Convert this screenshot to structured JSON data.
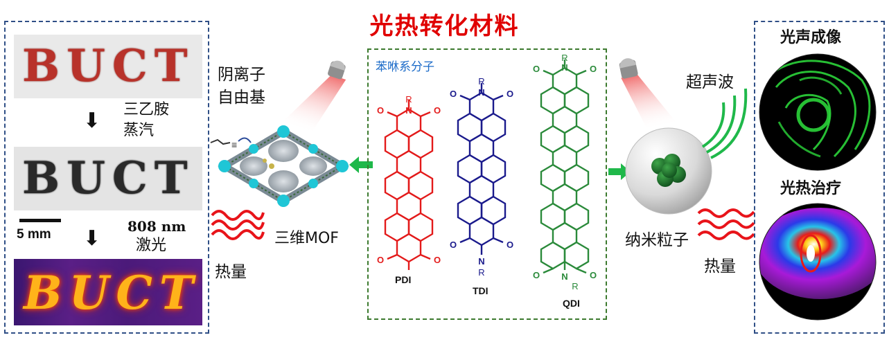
{
  "title": "光热转化材料",
  "left_panel": {
    "bucttext": "BUCT",
    "step1_label": "三乙胺\n蒸汽",
    "step2_label_top": "808 nm",
    "step2_label_bottom": "激光",
    "scale": "5 mm"
  },
  "mof_section": {
    "radical_label": "阴离子\n自由基",
    "mof_label": "三维MOF",
    "heat_label": "热量"
  },
  "center_panel": {
    "header": "苯咻系分子",
    "molecules": [
      {
        "name": "PDI",
        "color": "#e31a1a"
      },
      {
        "name": "TDI",
        "color": "#1a1a8c"
      },
      {
        "name": "QDI",
        "color": "#2a8a3a"
      }
    ],
    "substituent": "R",
    "atom_n": "N",
    "atom_o": "O"
  },
  "nano_section": {
    "ultrasound_label": "超声波",
    "nano_label": "纳米粒子",
    "heat_label": "热量"
  },
  "right_panel": {
    "photoacoustic_label": "光声成像",
    "photothermal_label": "光热治疗"
  },
  "colors": {
    "title": "#e00000",
    "dash_blue": "#2f4f86",
    "dash_green": "#3c7a2e",
    "arrow_green": "#1fb84a",
    "heat_red": "#e8141a"
  }
}
